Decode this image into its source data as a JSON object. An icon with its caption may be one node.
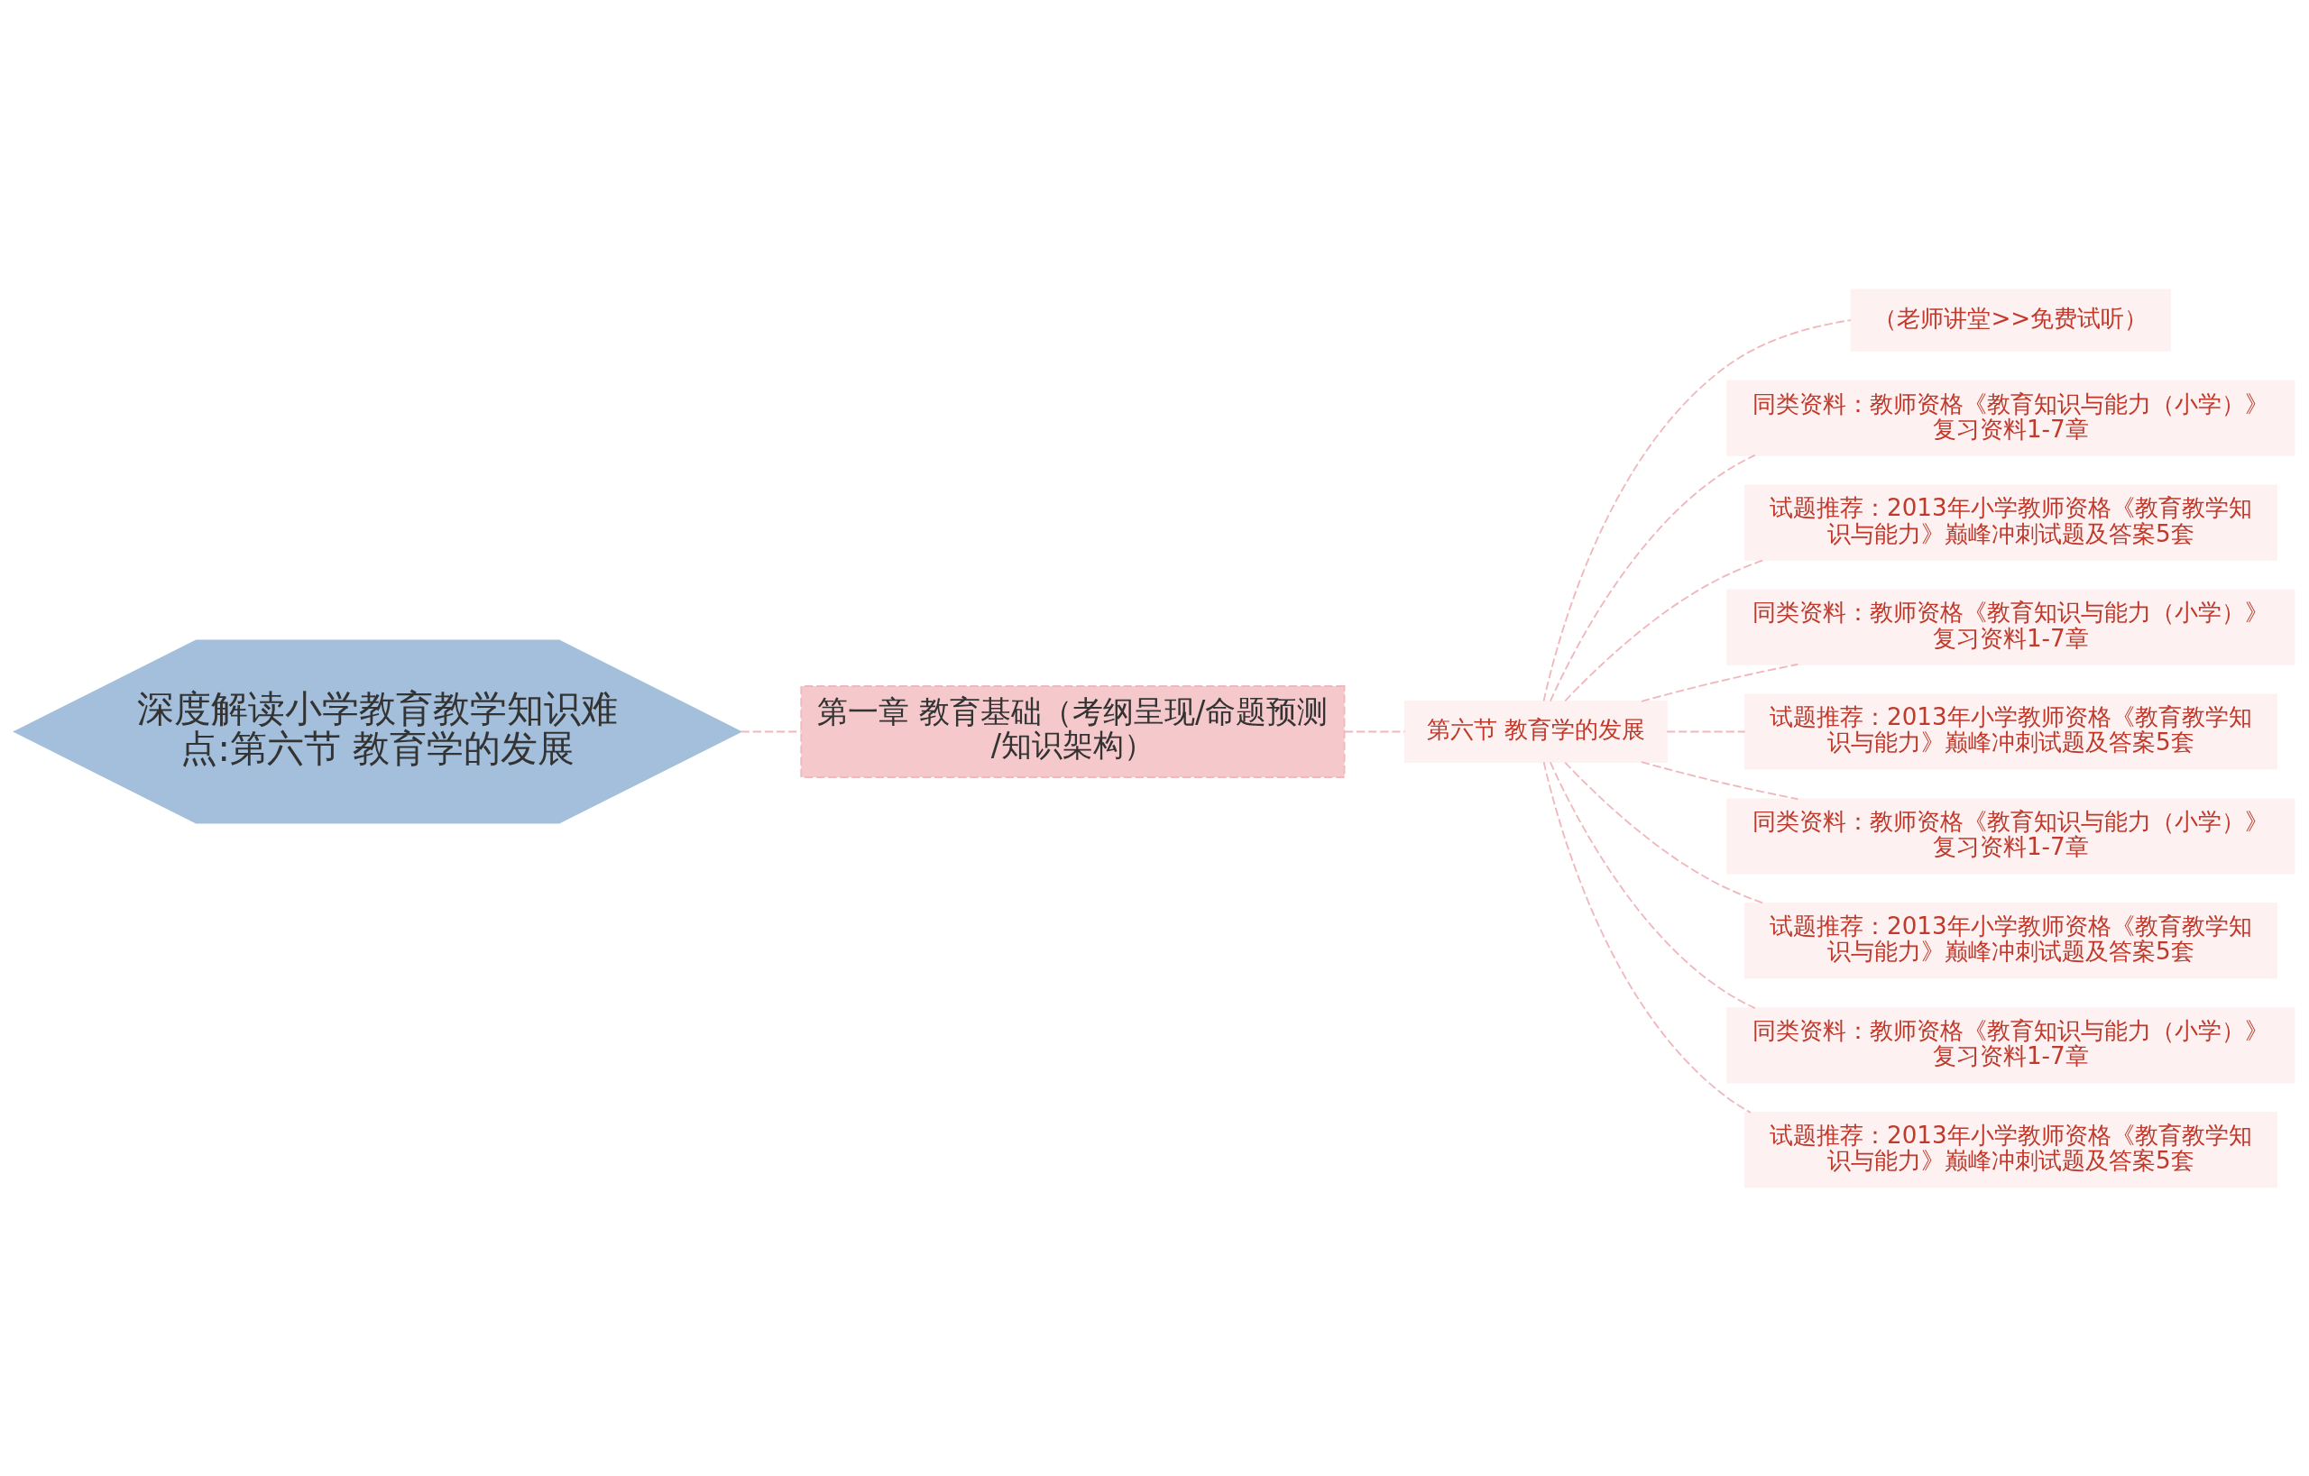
{
  "diagram": {
    "nodes": [
      {
        "text": [
          "深度解读小学教育教学知识难点:第六节 教育学的发展"
        ]
      },
      {
        "text": [
          "第一章 教育基础（考纲呈现/命题预测/知识架构）"
        ]
      },
      {
        "text": [
          "第六节 教育学的发展"
        ]
      },
      {
        "text": [
          "（老师讲堂>>免费试听）"
        ]
      },
      {
        "text": [
          "同类资料：教师资格《教育知识与能力（小学）》复习资料1-7章"
        ]
      },
      {
        "text": [
          "试题推荐：2013年小学教师资格《教育教学知识与能力》巅峰冲刺试题及答案5套"
        ]
      },
      {
        "text": [
          "同类资料：教师资格《教育知识与能力（小学）》复习资料1-7章"
        ]
      },
      {
        "text": [
          "试题推荐：2013年小学教师资格《教育教学知识与能力》巅峰冲刺试题及答案5套"
        ]
      },
      {
        "text": [
          "同类资料：教师资格《教育知识与能力（小学）》复习资料1-7章"
        ]
      },
      {
        "text": [
          "试题推荐：2013年小学教师资格《教育教学知识与能力》巅峰冲刺试题及答案5套"
        ]
      },
      {
        "text": [
          "同类资料：教师资格《教育知识与能力（小学）》复习资料1-7章"
        ]
      },
      {
        "text": [
          "试题推荐：2013年小学教师资格《教育教学知识与能力》巅峰冲刺试题及答案5套"
        ]
      }
    ],
    "edges": [
      {
        "from": 0,
        "to": 1,
        "arrow": "none",
        "style": "dashed"
      },
      {
        "from": 1,
        "to": 2,
        "arrow": "none",
        "style": "dashed"
      },
      {
        "from": 2,
        "to": 3,
        "arrow": "none",
        "style": "dashed"
      },
      {
        "from": 2,
        "to": 4,
        "arrow": "none",
        "style": "dashed"
      },
      {
        "from": 2,
        "to": 5,
        "arrow": "none",
        "style": "dashed"
      },
      {
        "from": 2,
        "to": 6,
        "arrow": "none",
        "style": "dashed"
      },
      {
        "from": 2,
        "to": 7,
        "arrow": "none",
        "style": "dashed"
      },
      {
        "from": 2,
        "to": 8,
        "arrow": "none",
        "style": "dashed"
      },
      {
        "from": 2,
        "to": 9,
        "arrow": "none",
        "style": "dashed"
      },
      {
        "from": 2,
        "to": 10,
        "arrow": "none",
        "style": "dashed"
      },
      {
        "from": 2,
        "to": 11,
        "arrow": "none",
        "style": "dashed"
      }
    ]
  }
}
